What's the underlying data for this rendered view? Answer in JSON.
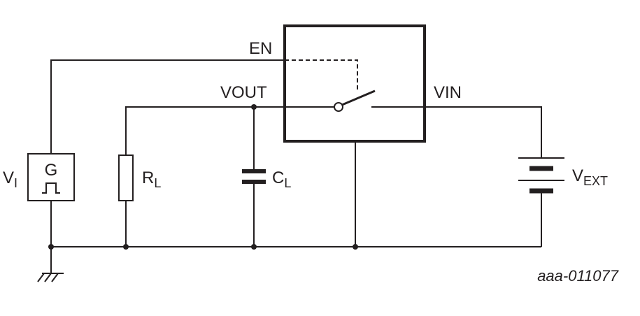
{
  "labels": {
    "en": "EN",
    "vout": "VOUT",
    "vin": "VIN",
    "vi_main": "V",
    "vi_sub": "I",
    "generator": "G",
    "rl_main": "R",
    "rl_sub": "L",
    "cl_main": "C",
    "cl_sub": "L",
    "vext_main": "V",
    "vext_sub": "EXT"
  },
  "figure_id": "aaa-011077",
  "colors": {
    "ink": "#231f20",
    "background": "#ffffff"
  }
}
